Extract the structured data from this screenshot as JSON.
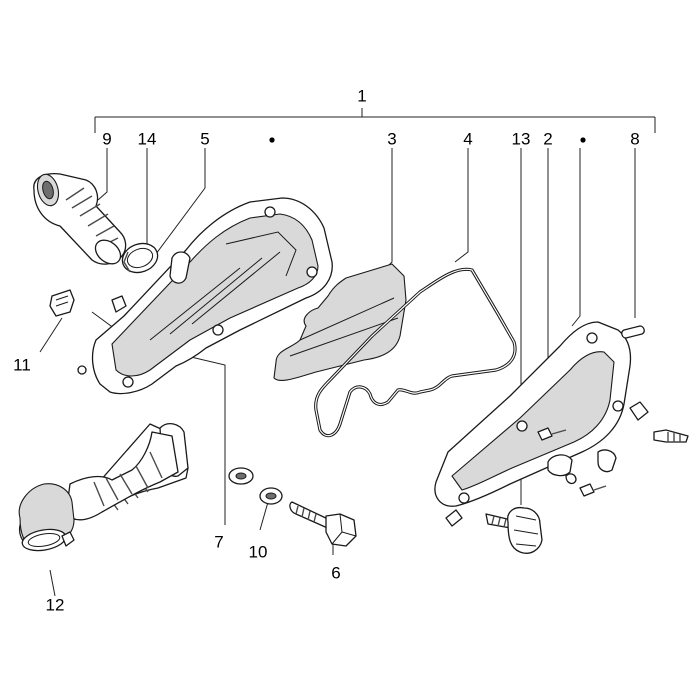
{
  "diagram": {
    "callouts": [
      {
        "id": "c1",
        "text": "1"
      },
      {
        "id": "c2",
        "text": "2"
      },
      {
        "id": "c3",
        "text": "3"
      },
      {
        "id": "c4",
        "text": "4"
      },
      {
        "id": "c5",
        "text": "5"
      },
      {
        "id": "c6",
        "text": "6"
      },
      {
        "id": "c7",
        "text": "7"
      },
      {
        "id": "c8",
        "text": "8"
      },
      {
        "id": "c9",
        "text": "9"
      },
      {
        "id": "c10",
        "text": "10"
      },
      {
        "id": "c11",
        "text": "11"
      },
      {
        "id": "c12",
        "text": "12"
      },
      {
        "id": "c13",
        "text": "13"
      },
      {
        "id": "c14",
        "text": "14"
      }
    ]
  }
}
